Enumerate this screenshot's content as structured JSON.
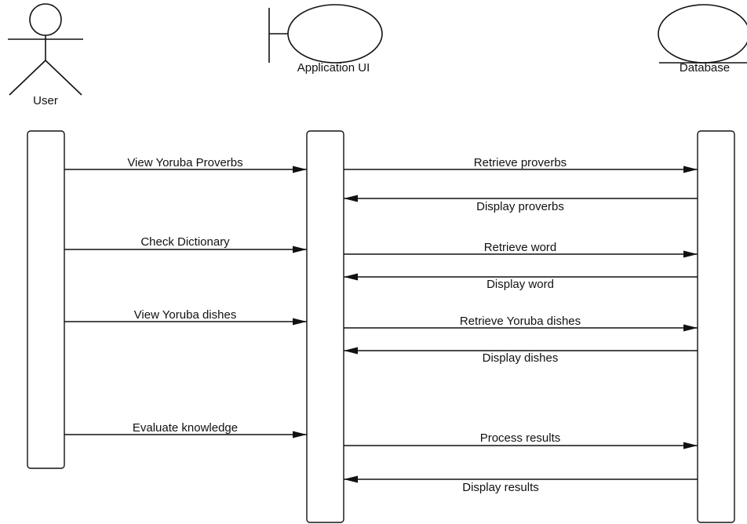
{
  "participants": {
    "user": "User",
    "app": "Application UI",
    "db": "Database"
  },
  "messages": [
    {
      "label": "View Yoruba Proverbs",
      "from": "user",
      "to": "app"
    },
    {
      "label": "Retrieve proverbs",
      "from": "app",
      "to": "db"
    },
    {
      "label": "Display proverbs",
      "from": "db",
      "to": "app"
    },
    {
      "label": "Check Dictionary",
      "from": "user",
      "to": "app"
    },
    {
      "label": "Retrieve word",
      "from": "app",
      "to": "db"
    },
    {
      "label": "Display word",
      "from": "db",
      "to": "app"
    },
    {
      "label": "View Yoruba dishes",
      "from": "user",
      "to": "app"
    },
    {
      "label": "Retrieve Yoruba dishes",
      "from": "app",
      "to": "db"
    },
    {
      "label": "Display dishes",
      "from": "db",
      "to": "app"
    },
    {
      "label": "Evaluate knowledge",
      "from": "user",
      "to": "app"
    },
    {
      "label": "Process results",
      "from": "app",
      "to": "db"
    },
    {
      "label": "Display results",
      "from": "db",
      "to": "app"
    }
  ],
  "colors": {
    "line": "#111111",
    "background": "#ffffff"
  }
}
